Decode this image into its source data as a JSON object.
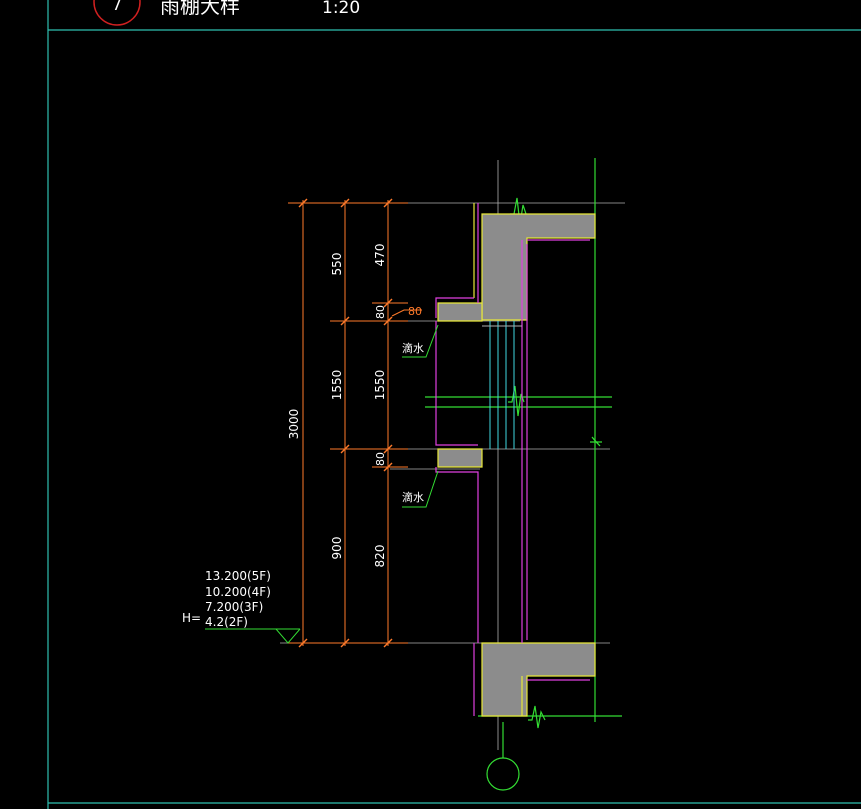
{
  "title": {
    "index": "7",
    "name": "雨棚大样",
    "scale": "1:20"
  },
  "dimensions": {
    "outer": {
      "total": "3000"
    },
    "middle": {
      "top": "550",
      "mid": "1550",
      "bottom": "900"
    },
    "inner": {
      "top": "470",
      "slab_top": "80",
      "mid": "1550",
      "slab_bottom": "80",
      "bottom": "820"
    },
    "projection": "80"
  },
  "labels": {
    "drip_top": "滴水",
    "drip_bottom": "滴水"
  },
  "elevation": {
    "prefix": "H=",
    "levels": [
      "13.200(5F)",
      "10.200(4F)",
      "7.200(3F)",
      "4.2(2F)"
    ]
  },
  "colors": {
    "background": "#000000",
    "frame": "#2fbfb0",
    "dimension": "#ff7a2a",
    "text": "#ffffff",
    "axis": "#33dd33",
    "outline_yellow": "#e8e83a",
    "outline_magenta": "#e040e0",
    "fill_concrete": "#8c8c8c",
    "glass_cyan": "#40d8e0",
    "title_circle": "#d02020"
  }
}
